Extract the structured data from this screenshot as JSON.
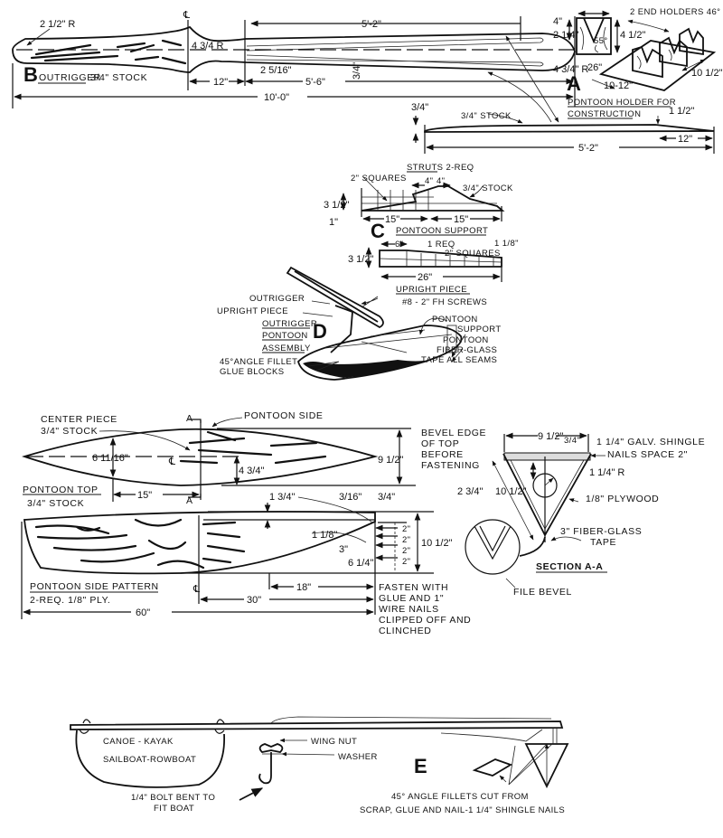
{
  "section_b": {
    "letter": "B",
    "title": "OUTRIGGER",
    "stock": "3/4\" STOCK",
    "dims": {
      "end_radius": "2 1/2\" R",
      "hub_radius": "4 3/4 R",
      "neck_width": "2 5/16\"",
      "hub_length": "12\"",
      "slot_length": "5'-6\"",
      "slot_offset": "5'-2\"",
      "end_gap": "4\"",
      "overall": "10'-0\"",
      "slot_width": "3/4\"",
      "tip_radius": "4 3/4\" R",
      "centerline": "℄"
    },
    "profile": {
      "stock": "3/4\" STOCK",
      "thick_end": "3/4\"",
      "thin_end": "1 1/2\"",
      "taper_length": "12\"",
      "length": "5'-2\""
    }
  },
  "section_a": {
    "letter": "A",
    "title_line1": "PONTOON HOLDER FOR",
    "title_line2": "CONSTRUCTION",
    "holders": "2 END HOLDERS 46°",
    "dims": {
      "notch_depth": "2 1/4\"",
      "height": "4 1/2\"",
      "angle": "55°",
      "spacing": "26\"",
      "base_length": "10-12\"",
      "base_width": "10 1/2\""
    }
  },
  "section_c": {
    "letter": "C",
    "struts_title": "STRUTS 2-REQ",
    "struts_squares": "2\" SQUARES",
    "struts_stock": "3/4\" STOCK",
    "struts_dims": {
      "top_a": "4\"",
      "top_b": "4\"",
      "height": "3 1/2\"",
      "end": "1\"",
      "half_a": "15\"",
      "half_b": "15\""
    },
    "support_title": "PONTOON SUPPORT",
    "support_req": "1 REQ",
    "support_squares": "2\" SQUARES",
    "support_dims": {
      "lead": "6\"",
      "height": "3 1/2\"",
      "end": "1 1/8\"",
      "length": "26\""
    }
  },
  "section_d": {
    "letter": "D",
    "title_lines": [
      "OUTRIGGER",
      "PONTOON",
      "ASSEMBLY"
    ],
    "labels": {
      "outrigger": "OUTRIGGER",
      "upright": "UPRIGHT PIECE",
      "upright_title": "UPRIGHT PIECE",
      "screws": "#8 - 2\" FH SCREWS",
      "pontoon_support_1": "PONTOON",
      "pontoon_support_2": "SUPPORT",
      "pontoon": "PONTOON",
      "tape_1": "FIBER-GLASS",
      "tape_2": "TAPE ALL SEAMS",
      "fillet_1": "45°ANGLE FILLET",
      "fillet_2": "GLUE BLOCKS"
    }
  },
  "pontoon_top": {
    "center_label_1": "CENTER PIECE",
    "center_label_2": "3/4\" STOCK",
    "side_label": "PONTOON SIDE",
    "section_marker": "A",
    "title": "PONTOON TOP",
    "stock": "3/4\" STOCK",
    "dims": {
      "width": "6 11/16\"",
      "half": "4 3/4\"",
      "offset": "15\"",
      "overall": "9 1/2\""
    },
    "bevel_note": [
      "BEVEL EDGE",
      "OF TOP",
      "BEFORE",
      "FASTENING"
    ]
  },
  "pontoon_side": {
    "title": "PONTOON SIDE PATTERN",
    "req": "2-REQ. 1/8\" PLY.",
    "dims": {
      "top_offset": "1 3/4\"",
      "nose_a": "3/16\"",
      "nose_b": "3/4\"",
      "nose_c": "1 1/8\"",
      "curve_a": "3\"",
      "curve_b": "6 1/4\"",
      "spacing": [
        "2\"",
        "2\"",
        "2\"",
        "2\""
      ],
      "height": "10 1/2\"",
      "run_a": "18\"",
      "run_b": "30\"",
      "length": "60\""
    },
    "fasten_note": [
      "FASTEN WITH",
      "GLUE AND 1\"",
      "WIRE NAILS",
      "CLIPPED OFF AND",
      "CLINCHED"
    ]
  },
  "section_aa": {
    "title": "SECTION A-A",
    "dims": {
      "width": "9 1/2\"",
      "top": "3/4\"",
      "depth": "10 1/2\"",
      "inner": "2 3/4\"",
      "radius": "1 1/4\" R"
    },
    "nails": [
      "1 1/4\" GALV. SHINGLE",
      "NAILS SPACE 2\""
    ],
    "plywood": "1/8\" PLYWOOD",
    "tape": [
      "3\" FIBER-GLASS",
      "TAPE"
    ],
    "file_bevel": "FILE BEVEL"
  },
  "section_e": {
    "letter": "E",
    "boat_1": "CANOE - KAYAK",
    "boat_2": "SAILBOAT-ROWBOAT",
    "wing_nut": "WING NUT",
    "washer": "WASHER",
    "bolt_1": "1/4\" BOLT BENT TO",
    "bolt_2": "FIT BOAT",
    "fillets_1": "45° ANGLE FILLETS CUT FROM",
    "fillets_2": "SCRAP, GLUE AND NAIL-1 1/4\" SHINGLE NAILS"
  }
}
